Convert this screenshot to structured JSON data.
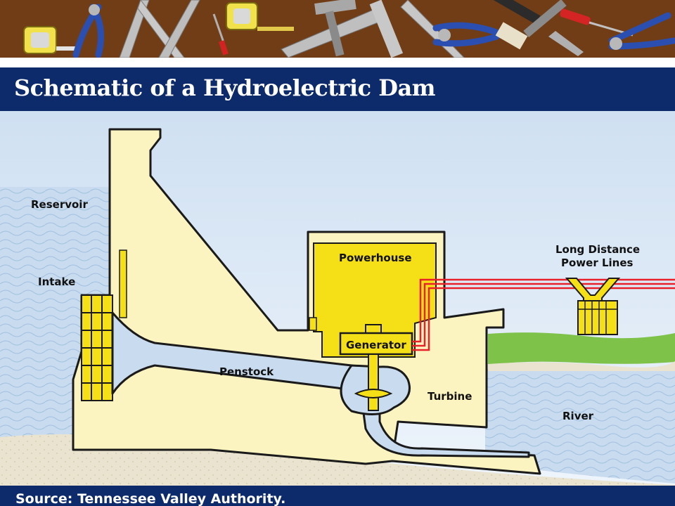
{
  "title": "Schematic of a Hydroelectric Dam",
  "source": "Source: Tennessee Valley Authority.",
  "labels": {
    "reservoir": "Reservoir",
    "intake": "Intake",
    "powerhouse": "Powerhouse",
    "generator": "Generator",
    "penstock": "Penstock",
    "turbine": "Turbine",
    "power_lines_1": "Long Distance",
    "power_lines_2": "Power Lines",
    "river": "River"
  },
  "colors": {
    "banner": "#6b3a14",
    "title_bar": "#0d2a6b",
    "water": "#c9dcef",
    "dam": "#fbf4c0",
    "powerhouse": "#f5df16",
    "ground": "#e9e3cf",
    "grass": "#7ec24a",
    "power_line": "#e8202a"
  },
  "icons": [
    "tape-measure-icon",
    "pliers-icon",
    "carpenter-square-icon",
    "screwdriver-icon",
    "saw-icon",
    "hammer-icon",
    "wrench-icon"
  ]
}
